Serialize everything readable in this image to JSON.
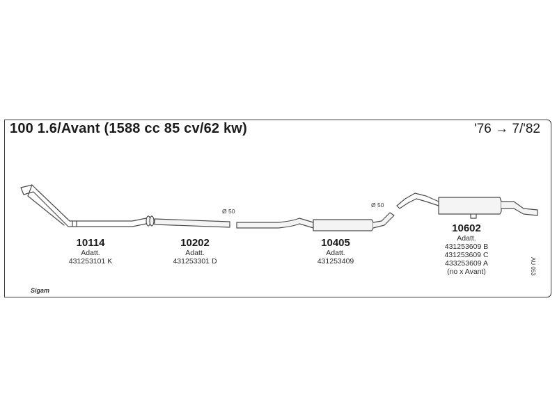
{
  "header": {
    "title": "100 1.6/Avant (1588 cc 85 cv/62 kw)",
    "years": "'76 → 7/'82"
  },
  "parts": [
    {
      "code": "10114",
      "label": "Adatt.",
      "refs": [
        "431253101 K"
      ]
    },
    {
      "code": "10202",
      "label": "Adatt.",
      "refs": [
        "431253301 D"
      ]
    },
    {
      "code": "10405",
      "label": "Adatt.",
      "refs": [
        "431253409"
      ]
    },
    {
      "code": "10602",
      "label": "Adatt.",
      "refs": [
        "431253609 B",
        "431253609 C",
        "433253609 A",
        "(no x Avant)"
      ]
    }
  ],
  "diameters": [
    "Ø 50",
    "Ø 50"
  ],
  "catalog_code": "AU 053",
  "brand": "Sigam",
  "colors": {
    "line": "#4a4a4a",
    "fill": "#f4f4f4",
    "frame": "#3a3a3a"
  }
}
